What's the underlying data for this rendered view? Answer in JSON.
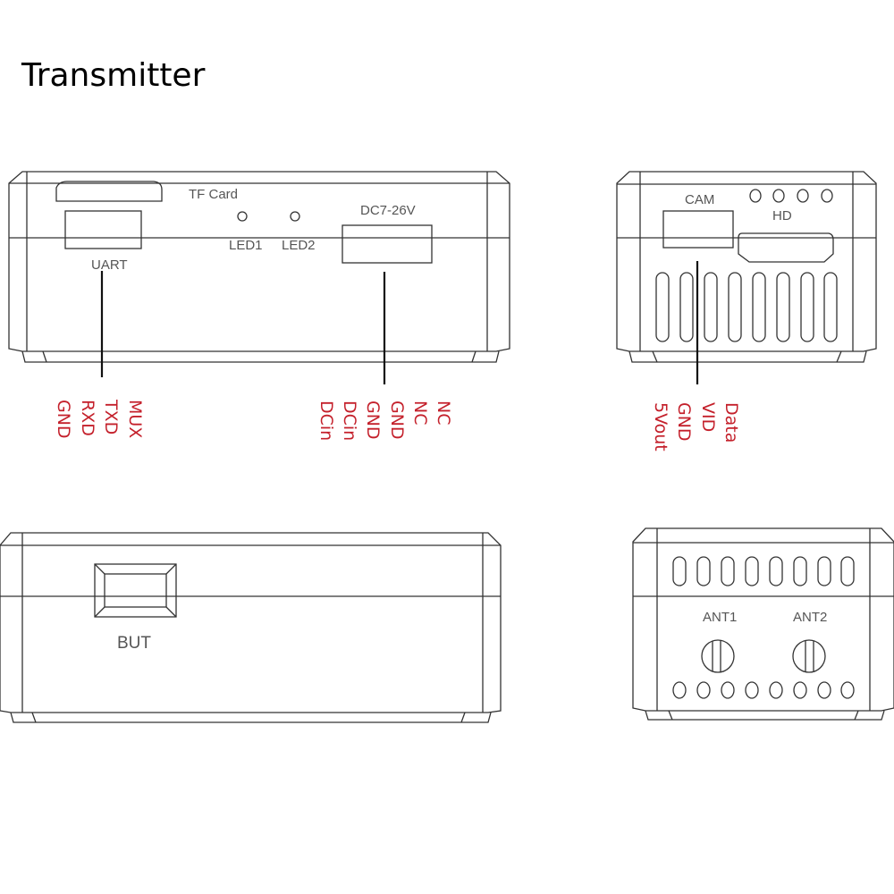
{
  "title": "Transmitter",
  "colors": {
    "pin_label": "#c4202b",
    "outline": "#333333"
  },
  "front_view": {
    "labels": {
      "tf_card": "TF Card",
      "led1": "LED1",
      "led2": "LED2",
      "power": "DC7-26V",
      "uart": "UART"
    },
    "uart_pins": [
      "GND",
      "RXD",
      "TXD",
      "MUX"
    ],
    "power_pins": [
      "DCin",
      "DCin",
      "GND",
      "GND",
      "NC",
      "NC"
    ]
  },
  "side_view": {
    "labels": {
      "cam": "CAM",
      "hd": "HD"
    },
    "cam_pins": [
      "5Vout",
      "GND",
      "VID",
      "Data"
    ]
  },
  "back_view": {
    "labels": {
      "button": "BUT"
    }
  },
  "antenna_view": {
    "labels": {
      "ant1": "ANT1",
      "ant2": "ANT2"
    }
  }
}
